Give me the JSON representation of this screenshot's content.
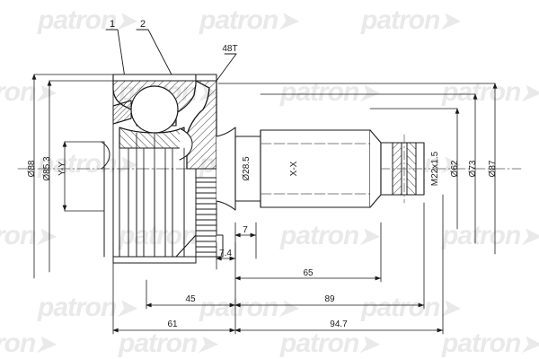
{
  "brand": {
    "watermark_text": "patron",
    "watermark_color": "#e9e9e9"
  },
  "drawing": {
    "type": "cv-joint-outer-cross-section",
    "line_color": "#1a1a1a",
    "background": "#ffffff"
  },
  "callouts": [
    {
      "id": "c1",
      "label": "1",
      "name": "callout-1-boot-seal"
    },
    {
      "id": "c2",
      "label": "2",
      "name": "callout-2-ball-cage"
    },
    {
      "id": "c3",
      "label": "48T",
      "name": "callout-48t-abs-tone-ring"
    }
  ],
  "dimensions": {
    "left": [
      {
        "label": "Ø88",
        "name": "dim-diameter-88"
      },
      {
        "label": "Ø85.3",
        "name": "dim-diameter-85-3"
      },
      {
        "label": "Y-Y",
        "name": "dim-section-y-y"
      }
    ],
    "middle": [
      {
        "label": "Ø28.5",
        "name": "dim-diameter-28-5"
      },
      {
        "label": "X-X",
        "name": "dim-section-x-x"
      }
    ],
    "right": [
      {
        "label": "M22x1.5",
        "name": "dim-thread-m22x1-5"
      },
      {
        "label": "Ø62",
        "name": "dim-diameter-62"
      },
      {
        "label": "Ø73",
        "name": "dim-diameter-73"
      },
      {
        "label": "Ø87",
        "name": "dim-diameter-87"
      }
    ],
    "bottom": [
      {
        "label": "7",
        "name": "dim-length-7"
      },
      {
        "label": "7.4",
        "name": "dim-length-7-4"
      },
      {
        "label": "45",
        "name": "dim-length-45"
      },
      {
        "label": "65",
        "name": "dim-length-65"
      },
      {
        "label": "61",
        "name": "dim-length-61"
      },
      {
        "label": "89",
        "name": "dim-length-89"
      },
      {
        "label": "94.7",
        "name": "dim-length-94-7"
      }
    ]
  }
}
